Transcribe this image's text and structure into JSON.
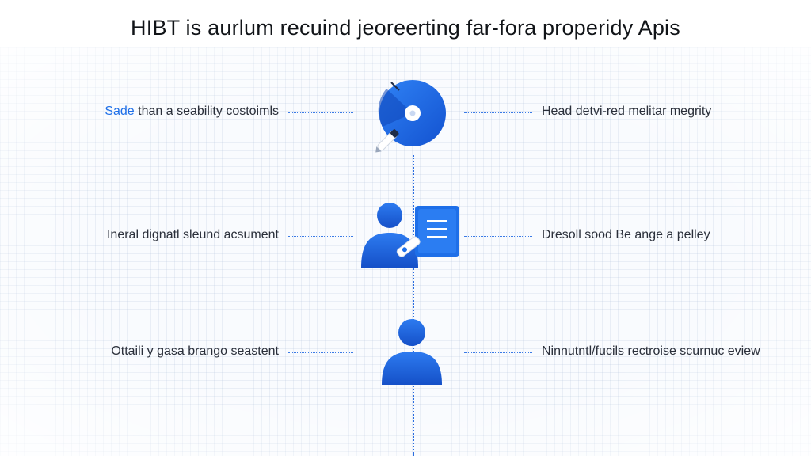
{
  "title": "HIBT is aurlum recuind jeoreerting far-fora properidy Apis",
  "rows": [
    {
      "left_accent": "Sade",
      "left_rest": " than a seability costoimls",
      "right": "Head detvi-red melitar megrity",
      "icon": "disc-with-pen-icon"
    },
    {
      "left": "Ineral dignatl sleund acsument",
      "right": "Dresoll sood Be ange a pelley",
      "icon": "person-with-document-icon"
    },
    {
      "left": "Ottaili y gasa brango seastent",
      "right": "Ninnutntl/fucils rectroise scurnuc eview",
      "icon": "person-icon"
    }
  ],
  "colors": {
    "primary": "#1e6fe8",
    "primary_dark": "#1452c4",
    "connector": "#3b7be6",
    "text": "#2a2f3a"
  }
}
